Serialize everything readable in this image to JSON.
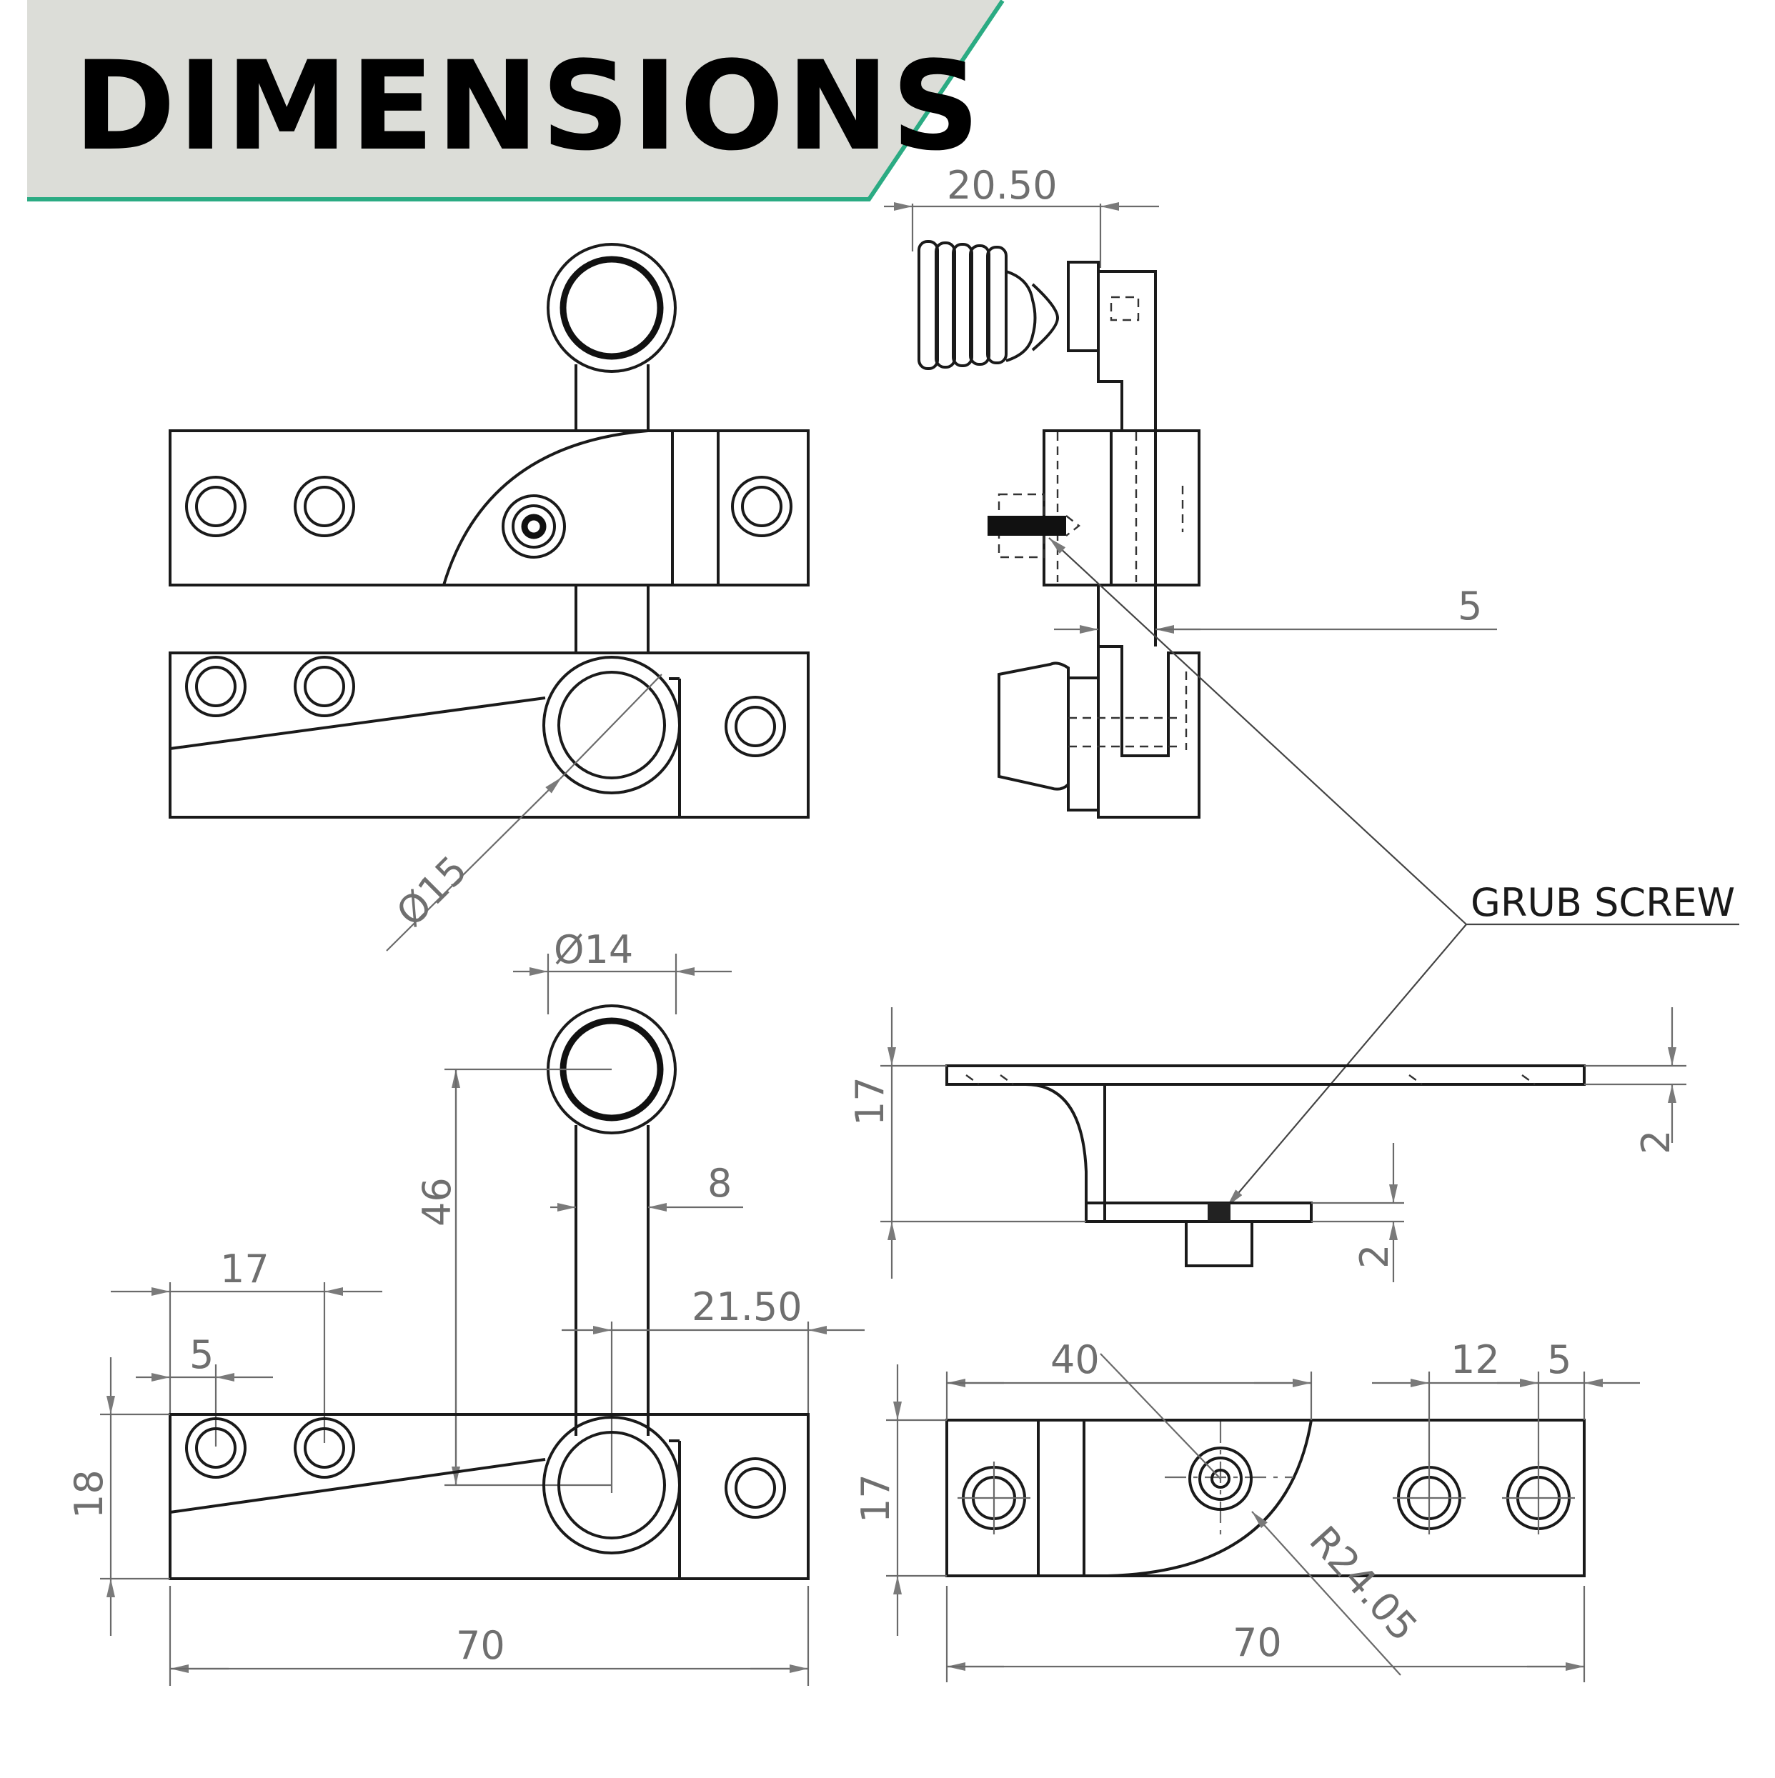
{
  "header": {
    "title": "DIMENSIONS",
    "background_color": "#dcddd8",
    "accent_color": "#2bab83",
    "text_color": "#000000"
  },
  "callout": {
    "label": "GRUB SCREW"
  },
  "dimensions": {
    "side_handle_width": "20.50",
    "side_offset": "5",
    "hook_diameter": "Ø15",
    "knob_diameter": "Ø14",
    "arm_height": "46",
    "arm_width": "8",
    "hole_spacing": "17",
    "hole_edge_offset": "5",
    "knob_offset": "21.50",
    "plate_height_front": "18",
    "plate_width_front": "70",
    "side_height": "17",
    "side_plate_thickness_top": "2",
    "side_plate_thickness_bottom": "2",
    "bottom_radius_offset": "40",
    "bottom_hole_spacing": "12",
    "bottom_hole_edge": "5",
    "bottom_height": "17",
    "bottom_radius": "R24.05",
    "plate_width_bottom": "70"
  },
  "colors": {
    "line": "#1a1a1a",
    "dimension_text": "#6f6f6f",
    "background": "#ffffff"
  }
}
